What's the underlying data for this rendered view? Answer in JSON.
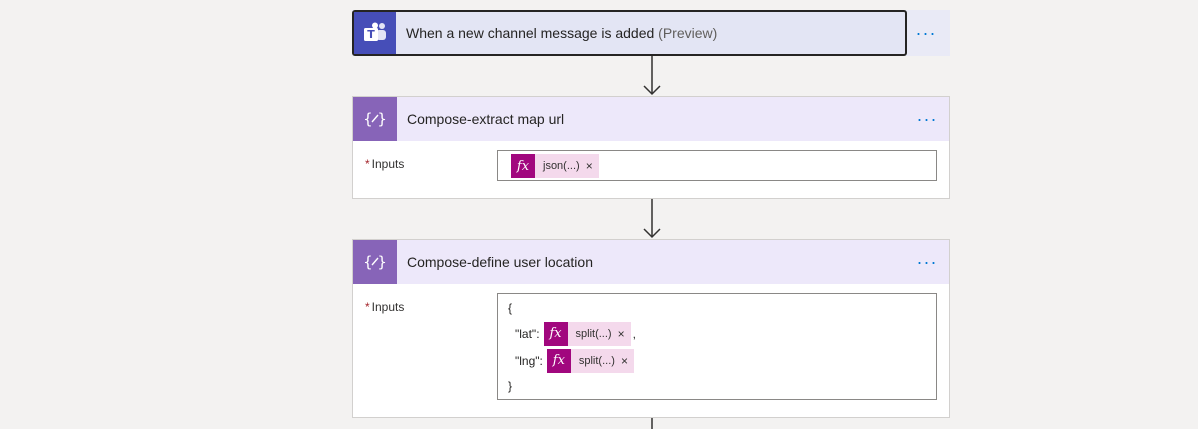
{
  "trigger": {
    "title": "When a new channel message is added",
    "preview": "(Preview)",
    "more": "···",
    "icon": "teams-icon",
    "accent": "#464eb8"
  },
  "step1": {
    "title": "Compose-extract map url",
    "more": "···",
    "field_label": "Inputs",
    "required_mark": "*",
    "token": {
      "label": "json(...)",
      "close": "×",
      "fx": "fx"
    },
    "accent": "#8764b8"
  },
  "step2": {
    "title": "Compose-define user location",
    "more": "···",
    "field_label": "Inputs",
    "required_mark": "*",
    "code": {
      "open": "{",
      "lat_key": "\"lat\":",
      "lat_token": "split(...)",
      "comma": ",",
      "lng_key": "\"lng\":",
      "lng_token": "split(...)",
      "close_brace": "}",
      "close": "×",
      "fx": "fx"
    },
    "accent": "#8764b8"
  }
}
